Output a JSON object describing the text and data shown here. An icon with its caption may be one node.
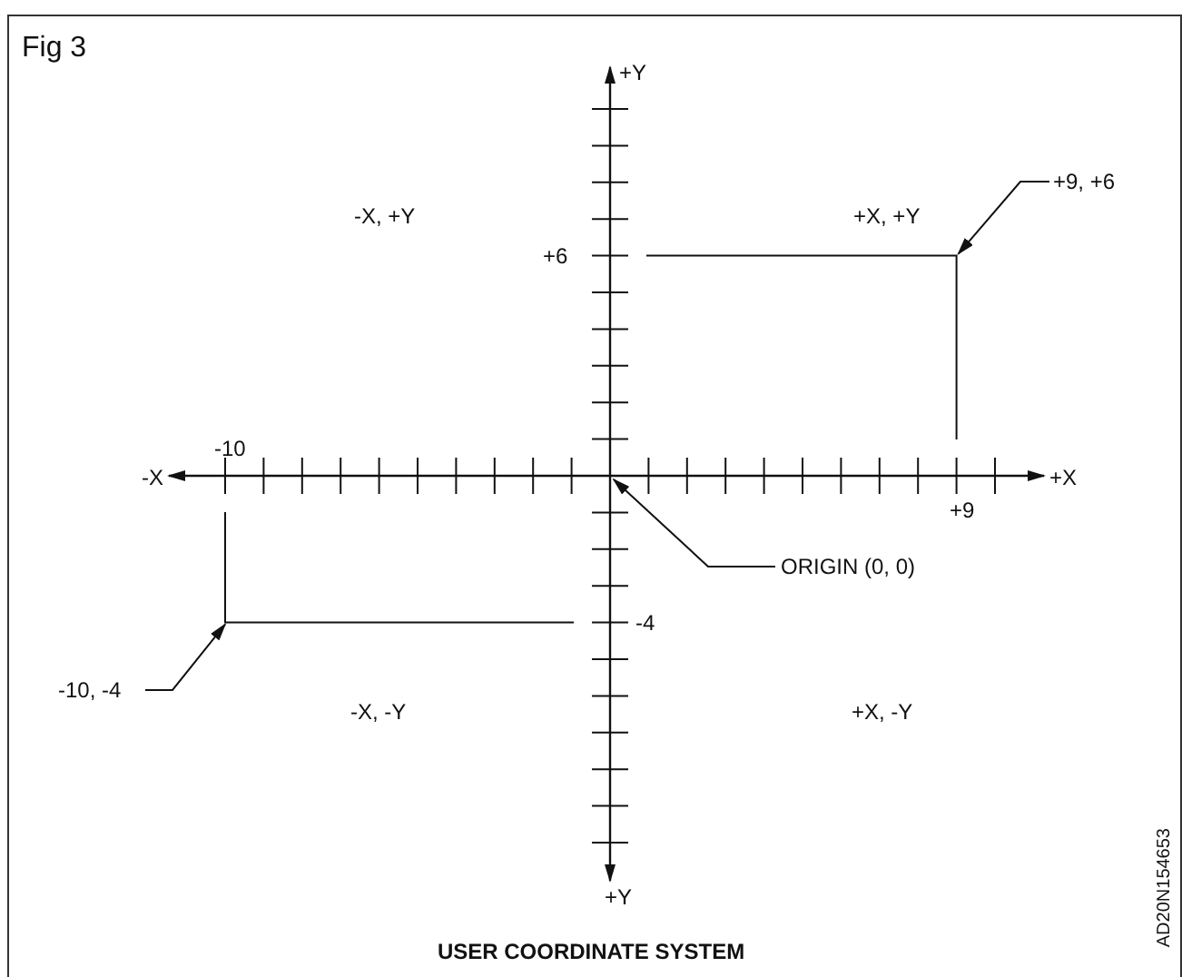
{
  "diagram": {
    "caption": "USER COORDINATE SYSTEM",
    "nodes": [
      {
        "text": [
          "+9, +6"
        ]
      },
      {
        "text": [
          "ORIGIN (0, 0)"
        ]
      },
      {
        "text": [
          "-10, -4"
        ]
      }
    ],
    "edges": [
      {
        "from": 0,
        "to": null,
        "arrow": "to"
      },
      {
        "from": 1,
        "to": null,
        "arrow": "to"
      },
      {
        "from": 2,
        "to": null,
        "arrow": "to"
      }
    ],
    "labels": [
      "Fig 3",
      "+Y",
      "-X, +Y",
      "+X, +Y",
      "+6",
      "-10",
      "-X",
      "+X",
      "+9",
      "-4",
      "-X, -Y",
      "+X, -Y",
      "+Y",
      "AD20N154653"
    ]
  }
}
